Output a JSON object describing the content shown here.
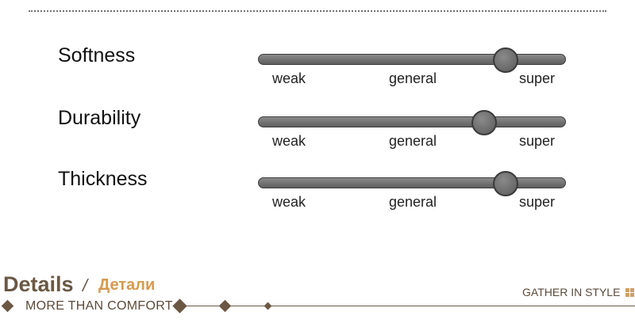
{
  "attributes": [
    {
      "label": "Softness",
      "level": 0.805
    },
    {
      "label": "Durability",
      "level": 0.735
    },
    {
      "label": "Thickness",
      "level": 0.805
    }
  ],
  "scale": {
    "weak": "weak",
    "general": "general",
    "super": "super"
  },
  "footer": {
    "title": "Details",
    "separator": "/",
    "subtitle": "Детали",
    "tagline": "MORE THAN COMFORT",
    "brand": "GATHER IN STYLE",
    "brand_icon": "four-square-logo-icon"
  },
  "colors": {
    "accent": "#6b5844",
    "subtitle": "#d59a52",
    "track": "#6e6e6e",
    "logo": "#c9a265"
  }
}
